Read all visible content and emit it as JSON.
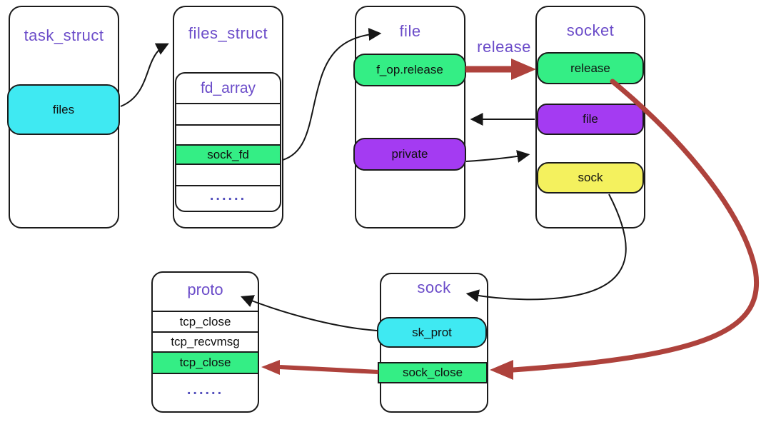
{
  "colors": {
    "cyan": "#3FE9F2",
    "green": "#34EE85",
    "purple": "#A43BF2",
    "yellow": "#F4F15E",
    "red": "#AE423C",
    "title": "#6B4CC9",
    "dots": "#5551BD"
  },
  "task_struct": {
    "title": "task_struct",
    "files": "files"
  },
  "files_struct": {
    "title": "files_struct",
    "fd_array": "fd_array",
    "sock_fd": "sock_fd",
    "dots": "......"
  },
  "file": {
    "title": "file",
    "f_op_release": "f_op.release",
    "private": "private"
  },
  "socket": {
    "title": "socket",
    "release": "release",
    "file": "file",
    "sock": "sock"
  },
  "proto": {
    "title": "proto",
    "row1": "tcp_close",
    "row2": "tcp_recvmsg",
    "row3": "tcp_close",
    "dots": "......"
  },
  "sock": {
    "title": "sock",
    "sk_prot": "sk_prot",
    "sock_close": "sock_close"
  },
  "arrow_labels": {
    "release": "release"
  }
}
